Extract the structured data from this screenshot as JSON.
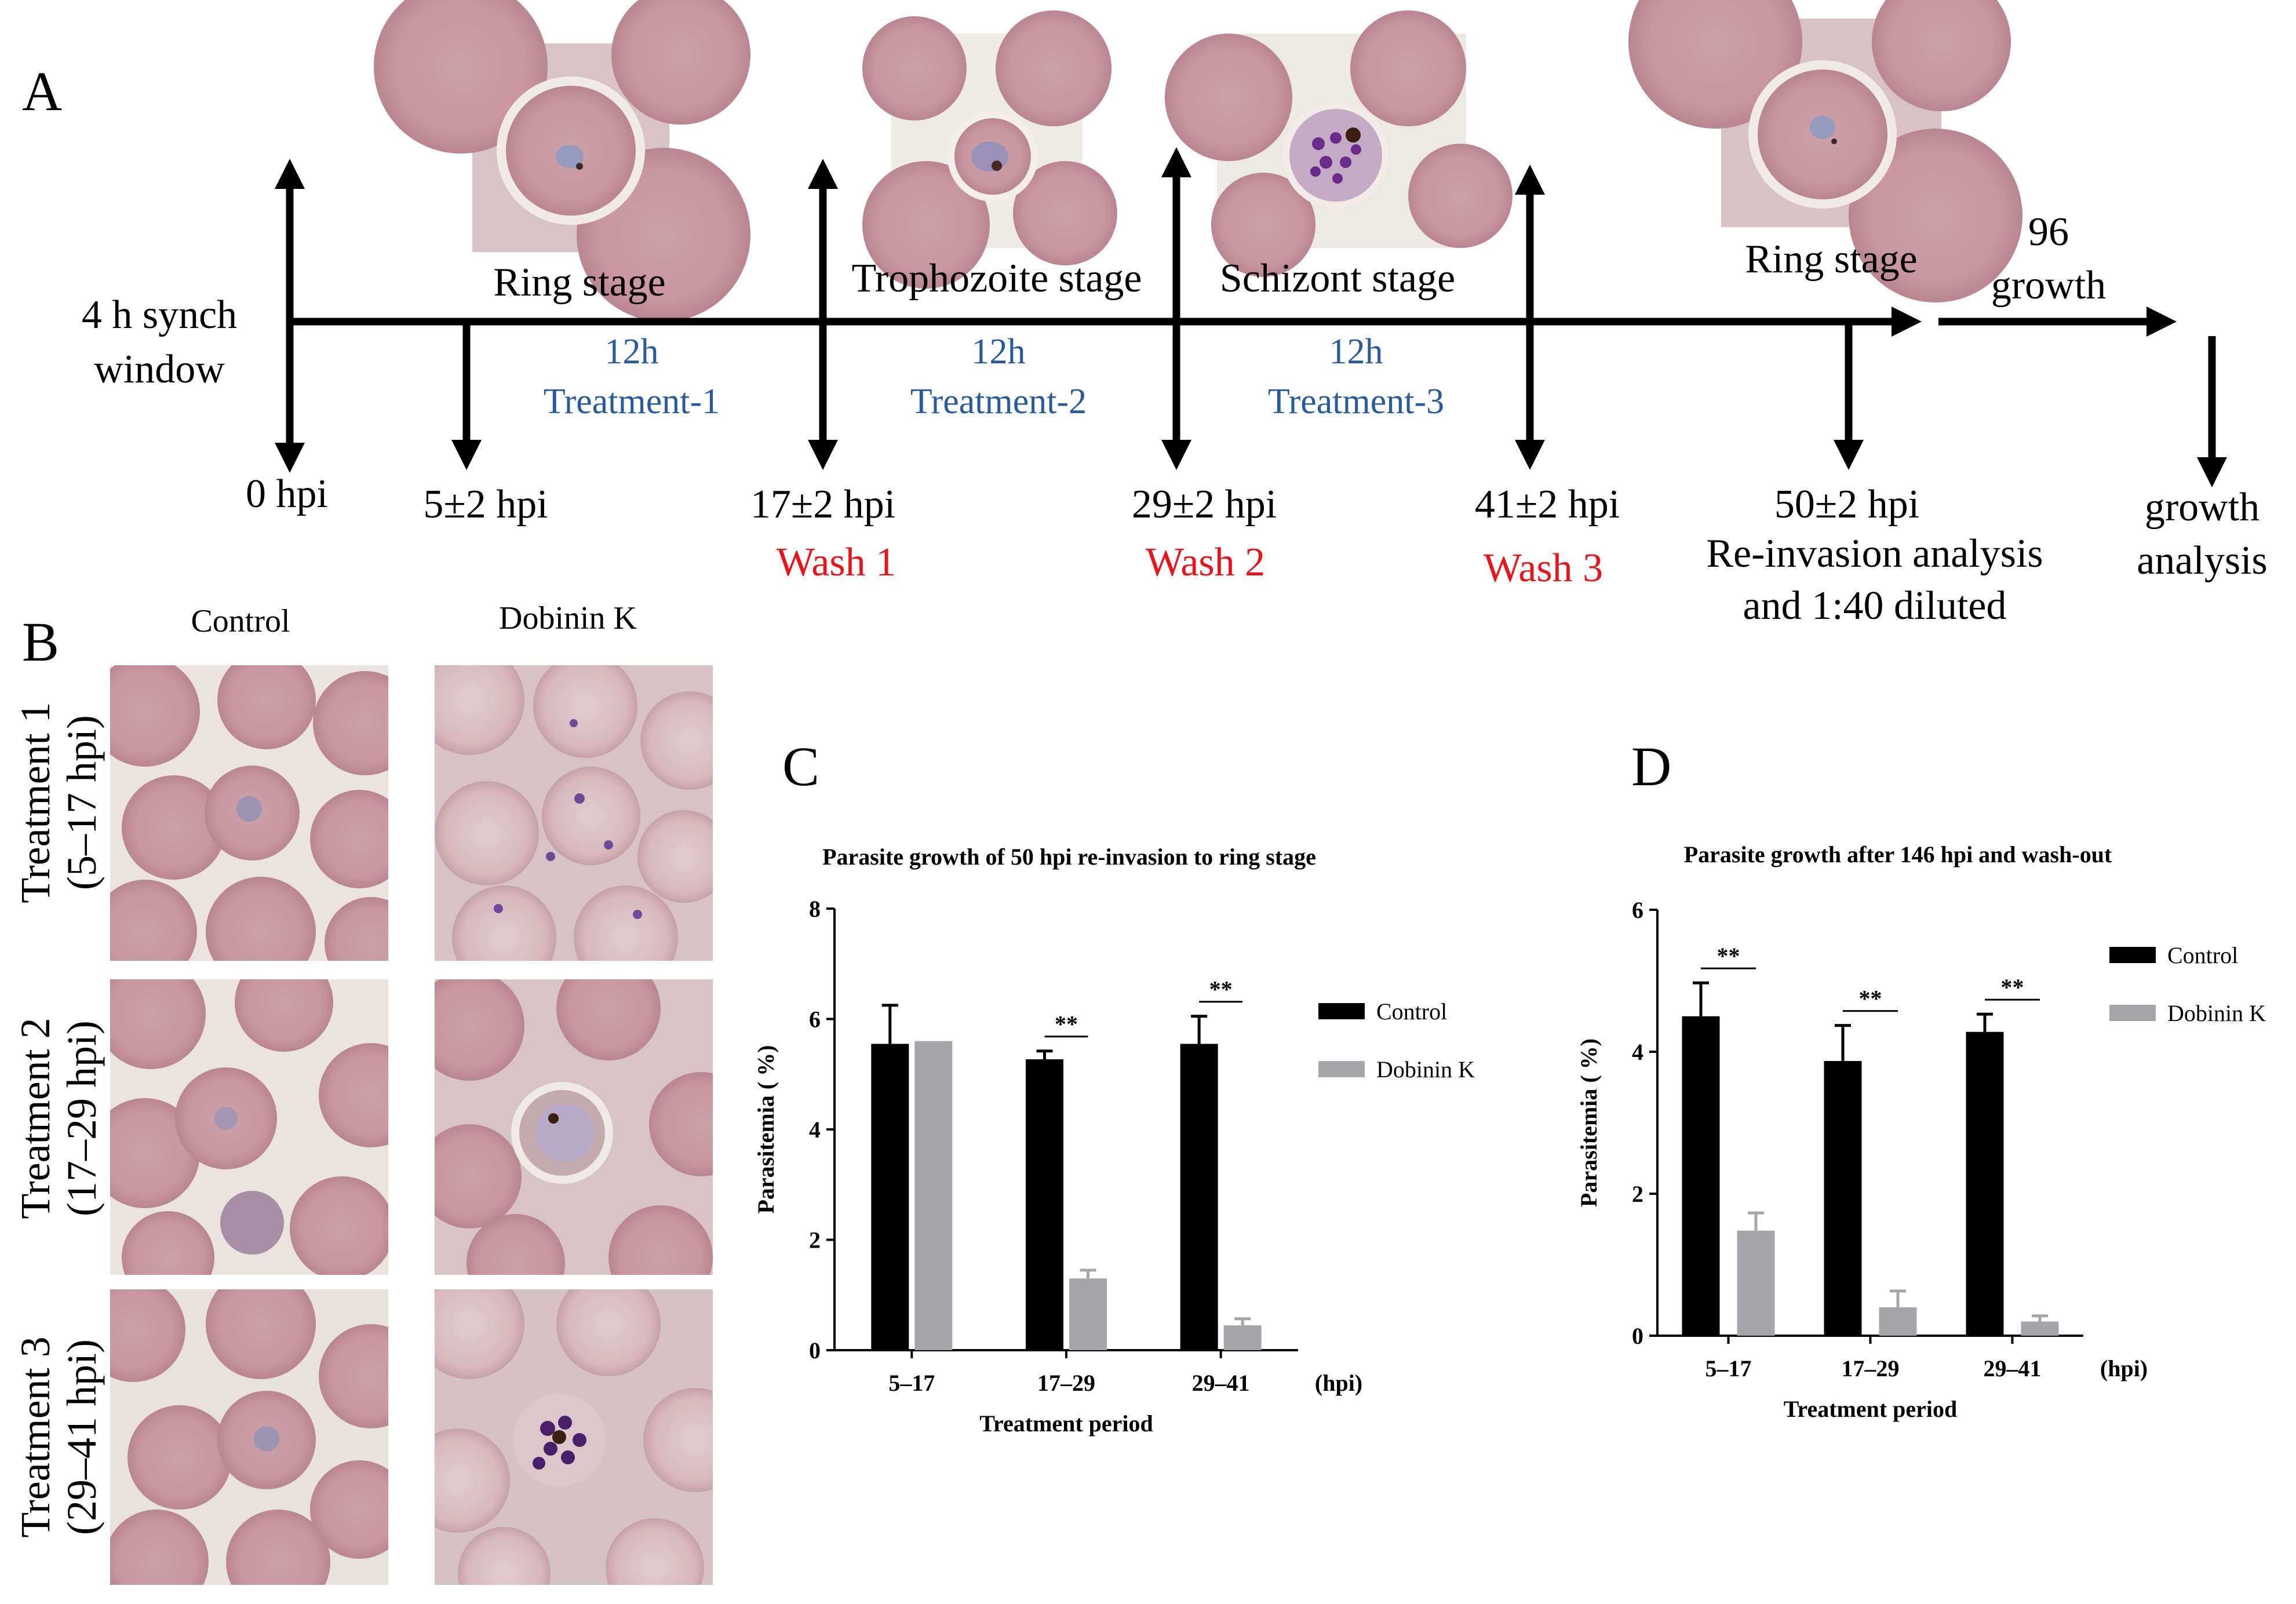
{
  "panels": {
    "a": "A",
    "b": "B",
    "c": "C",
    "d": "D"
  },
  "timeline": {
    "sync_line1": "4 h synch",
    "sync_line2": "window",
    "stages": [
      "Ring stage",
      "Trophozoite stage",
      "Schizont stage",
      "Ring stage"
    ],
    "treatments": [
      {
        "duration": "12h",
        "name": "Treatment-1"
      },
      {
        "duration": "12h",
        "name": "Treatment-2"
      },
      {
        "duration": "12h",
        "name": "Treatment-3"
      }
    ],
    "timepoints": [
      "0 hpi",
      "5±2 hpi",
      "17±2 hpi",
      "29±2 hpi",
      "41±2 hpi",
      "50±2 hpi"
    ],
    "washes": [
      "Wash 1",
      "Wash 2",
      "Wash 3"
    ],
    "reinvasion_line1": "Re-invasion analysis",
    "reinvasion_line2": "and 1:40 diluted",
    "growth_line1": "96",
    "growth_line2": "growth",
    "analysis_line1": "growth",
    "analysis_line2": "analysis"
  },
  "micrographs": {
    "columns": [
      "Control",
      "Dobinin K"
    ],
    "rows": [
      {
        "line1": "Treatment 1",
        "line2": "(5–17 hpi)"
      },
      {
        "line1": "Treatment 2",
        "line2": "(17–29 hpi)"
      },
      {
        "line1": "Treatment 3",
        "line2": "(29–41 hpi)"
      }
    ]
  },
  "colors": {
    "control": "#000000",
    "dobinin": "#a6a6a8",
    "treatment_text": "#2a5a9e",
    "wash_text": "#e8141c"
  },
  "chart_data": [
    {
      "type": "bar",
      "title": "Parasite growth of 50 hpi re-invasion to ring stage",
      "xlabel": "Treatment period",
      "x_unit": "(hpi)",
      "ylabel": "Parasitemia ( %)",
      "categories": [
        "5–17",
        "17–29",
        "29–41"
      ],
      "ylim": [
        0,
        8
      ],
      "yticks": [
        "0",
        "2",
        "4",
        "6",
        "8"
      ],
      "series": [
        {
          "name": "Control",
          "values": [
            5.55,
            5.27,
            5.55
          ],
          "errors": [
            0.7,
            0.15,
            0.5
          ]
        },
        {
          "name": "Dobinin K",
          "values": [
            5.6,
            1.3,
            0.45
          ],
          "errors": [
            0.0,
            0.15,
            0.12
          ]
        }
      ],
      "significance": [
        "",
        "**",
        "**"
      ],
      "legend": "right"
    },
    {
      "type": "bar",
      "title": "Parasite growth after 146 hpi and wash-out",
      "xlabel": "Treatment period",
      "x_unit": "(hpi)",
      "ylabel": "Parasitemia ( %)",
      "categories": [
        "5–17",
        "17–29",
        "29–41"
      ],
      "ylim": [
        0,
        6
      ],
      "yticks": [
        "0",
        "2",
        "4",
        "6"
      ],
      "series": [
        {
          "name": "Control",
          "values": [
            4.5,
            3.87,
            4.28
          ],
          "errors": [
            0.47,
            0.5,
            0.25
          ]
        },
        {
          "name": "Dobinin K",
          "values": [
            1.48,
            0.4,
            0.2
          ],
          "errors": [
            0.25,
            0.23,
            0.08
          ]
        }
      ],
      "significance": [
        "**",
        "**",
        "**"
      ],
      "legend": "top-right"
    }
  ]
}
